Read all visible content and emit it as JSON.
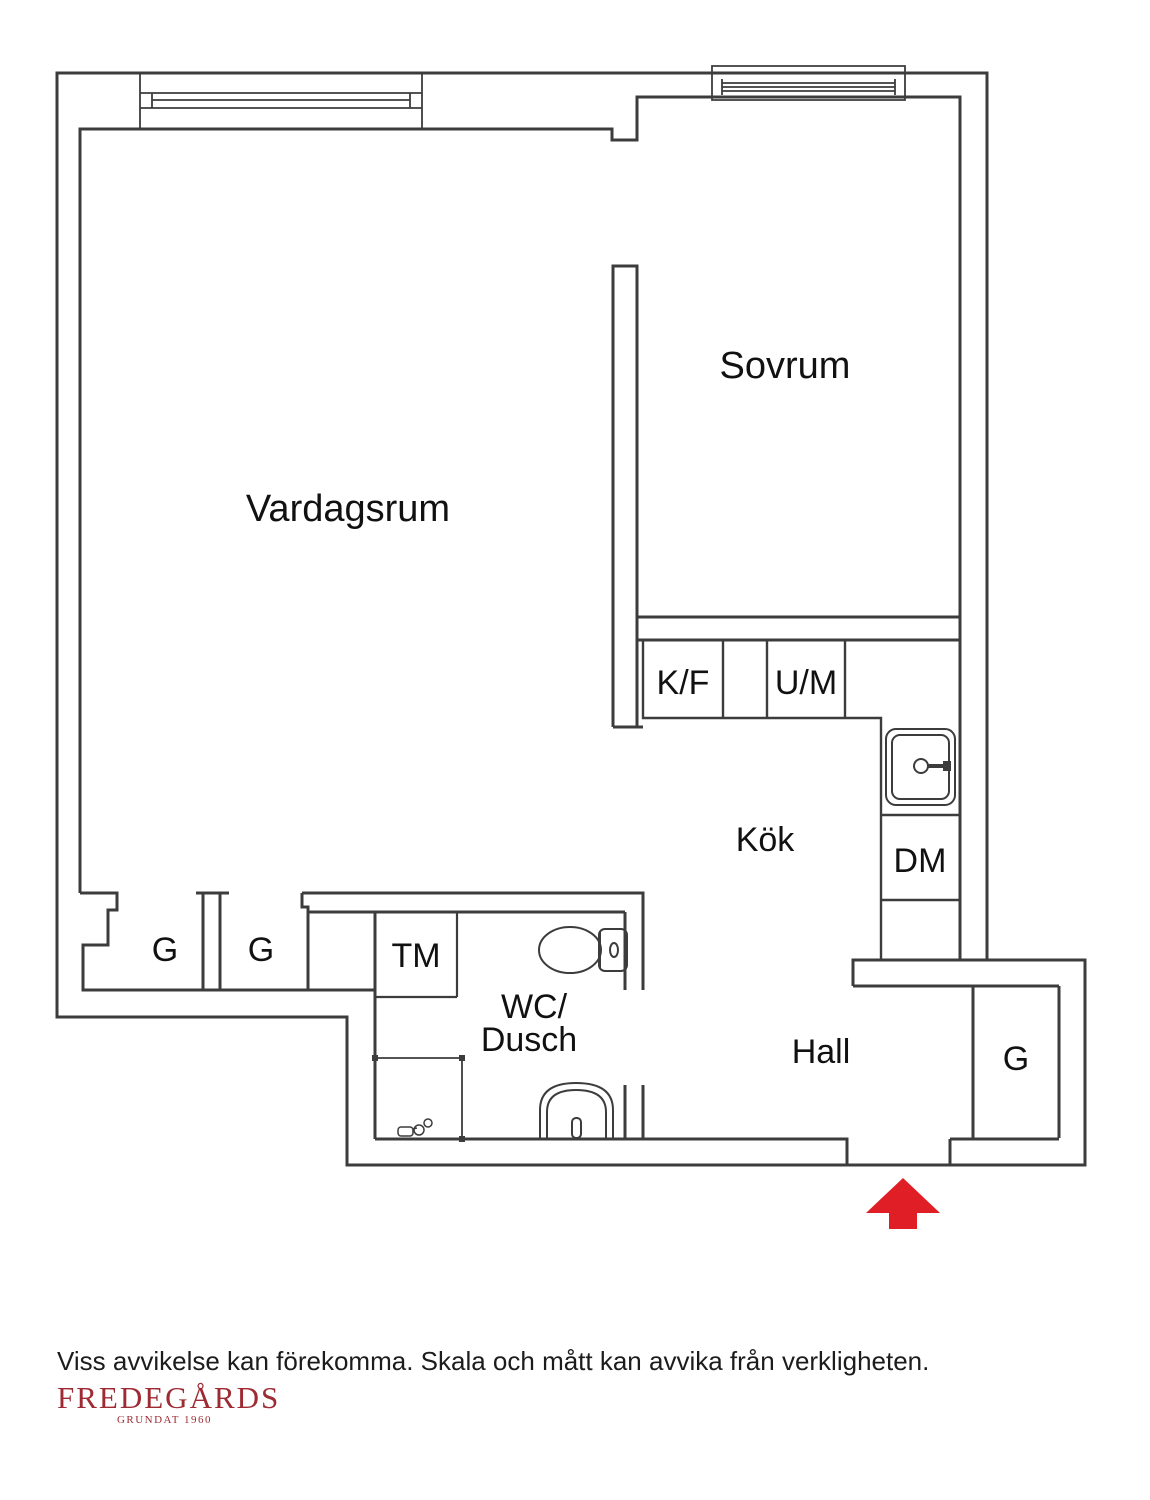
{
  "floorplan": {
    "labels": {
      "vardagsrum": "Vardagsrum",
      "sovrum": "Sovrum",
      "kok": "Kök",
      "hall": "Hall",
      "wc_line1": "WC/",
      "wc_line2": "Dusch",
      "kf": "K/F",
      "um": "U/M",
      "dm": "DM",
      "tm": "TM",
      "g": "G"
    },
    "colors": {
      "wall_line": "#3c3c3c",
      "entrance_arrow": "#e01e25",
      "label_text": "#111111"
    }
  },
  "footer": {
    "disclaimer": "Viss avvikelse kan förekomma. Skala och mått kan avvika från verkligheten.",
    "logo": "FREDEGÅRDS",
    "logo_sub": "GRUNDAT 1960",
    "logo_color": "#9e2b33"
  }
}
